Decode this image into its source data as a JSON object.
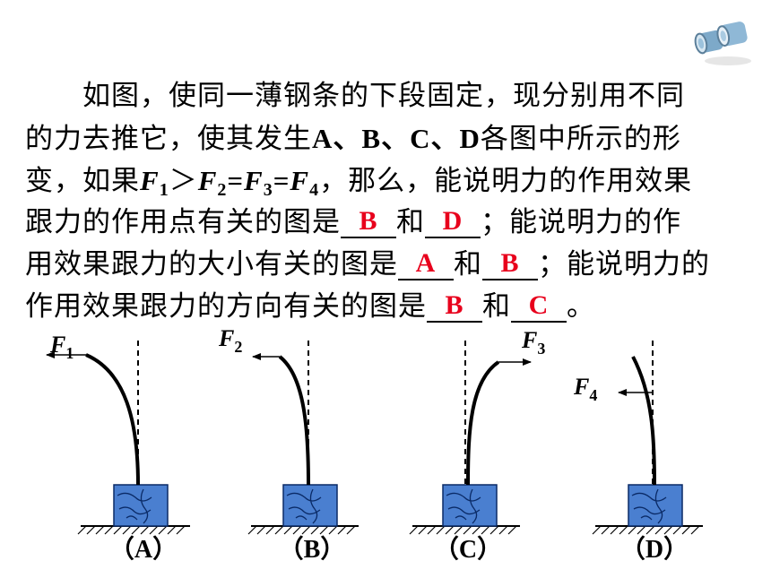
{
  "question": {
    "l1": "如图，使同一薄钢条的下段固定，现分别用不同",
    "l2_a": "的力去推它，使其发生",
    "l2_abcd": "A、B、C、D",
    "l2_b": "各图中所示的形",
    "l3_a": "变，如果",
    "F": "F",
    "s1": "1",
    "s2": "2",
    "s3": "3",
    "s4": "4",
    "gt": "＞",
    "eq": "=",
    "l3_b": "，那么，能说明力的作用效果",
    "l4_a": "跟力的作用点有关的图是",
    "he": "和",
    "l4_b": "；能说明力的作",
    "l5_a": "用效果跟力的大小有关的图是",
    "l5_b": "；能说明力的",
    "l6_a": "作用效果跟力的方向有关的图是",
    "l6_end": "。"
  },
  "answers": {
    "point_1": "B",
    "point_2": "D",
    "size_1": "A",
    "size_2": "B",
    "dir_1": "B",
    "dir_2": "C"
  },
  "panels": [
    {
      "label": "（A）",
      "force": "F",
      "sub": "1"
    },
    {
      "label": "（B）",
      "force": "F",
      "sub": "2"
    },
    {
      "label": "（C）",
      "force": "F",
      "sub": "3"
    },
    {
      "label": "（D）",
      "force": "F",
      "sub": "4"
    }
  ],
  "colors": {
    "answer": "#e8001c",
    "block": "#4a7fd0",
    "block_lines": "#0a2a66"
  },
  "icons": [
    "binoculars-icon"
  ]
}
